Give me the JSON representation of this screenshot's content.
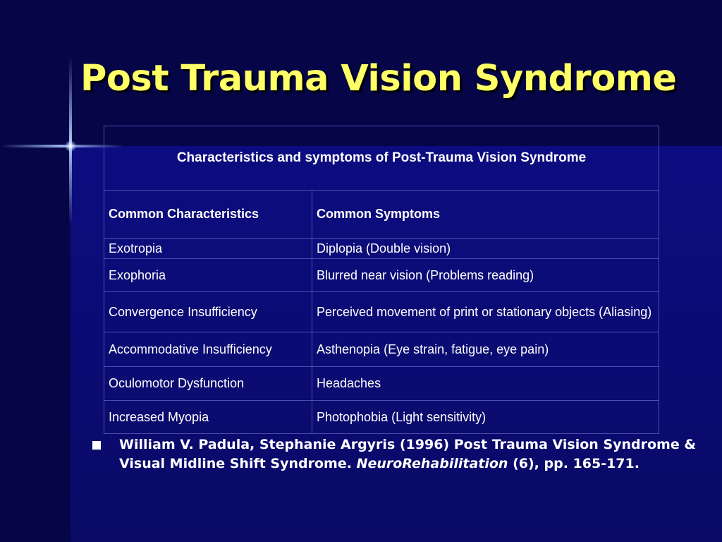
{
  "slide": {
    "title": "Post Trauma Vision Syndrome"
  },
  "table": {
    "caption": "Characteristics and symptoms of Post-Trauma Vision Syndrome",
    "headers": [
      "Common Characteristics",
      "Common Symptoms"
    ],
    "rows": [
      [
        "Exotropia",
        "Diplopia (Double vision)"
      ],
      [
        "Exophoria",
        "Blurred near vision  (Problems reading)"
      ],
      [
        "Convergence Insufficiency",
        "Perceived movement of print or stationary objects (Aliasing)"
      ],
      [
        "Accommodative Insufficiency",
        "Asthenopia  (Eye strain, fatigue, eye pain)"
      ],
      [
        "Oculomotor Dysfunction",
        "Headaches"
      ],
      [
        "Increased Myopia",
        "Photophobia  (Light sensitivity)"
      ]
    ]
  },
  "citation": {
    "main": "William V. Padula, Stephanie Argyris (1996) Post Trauma Vision Syndrome & Visual Midline Shift Syndrome.",
    "journal": "NeuroRehabilitation",
    "tail": "(6), pp. 165-171."
  },
  "colors": {
    "title": "#ffff66",
    "background_dark": "#050548",
    "background_main": "#0b0b6e",
    "table_border": "#4f4fb0",
    "text": "#ffffff"
  }
}
